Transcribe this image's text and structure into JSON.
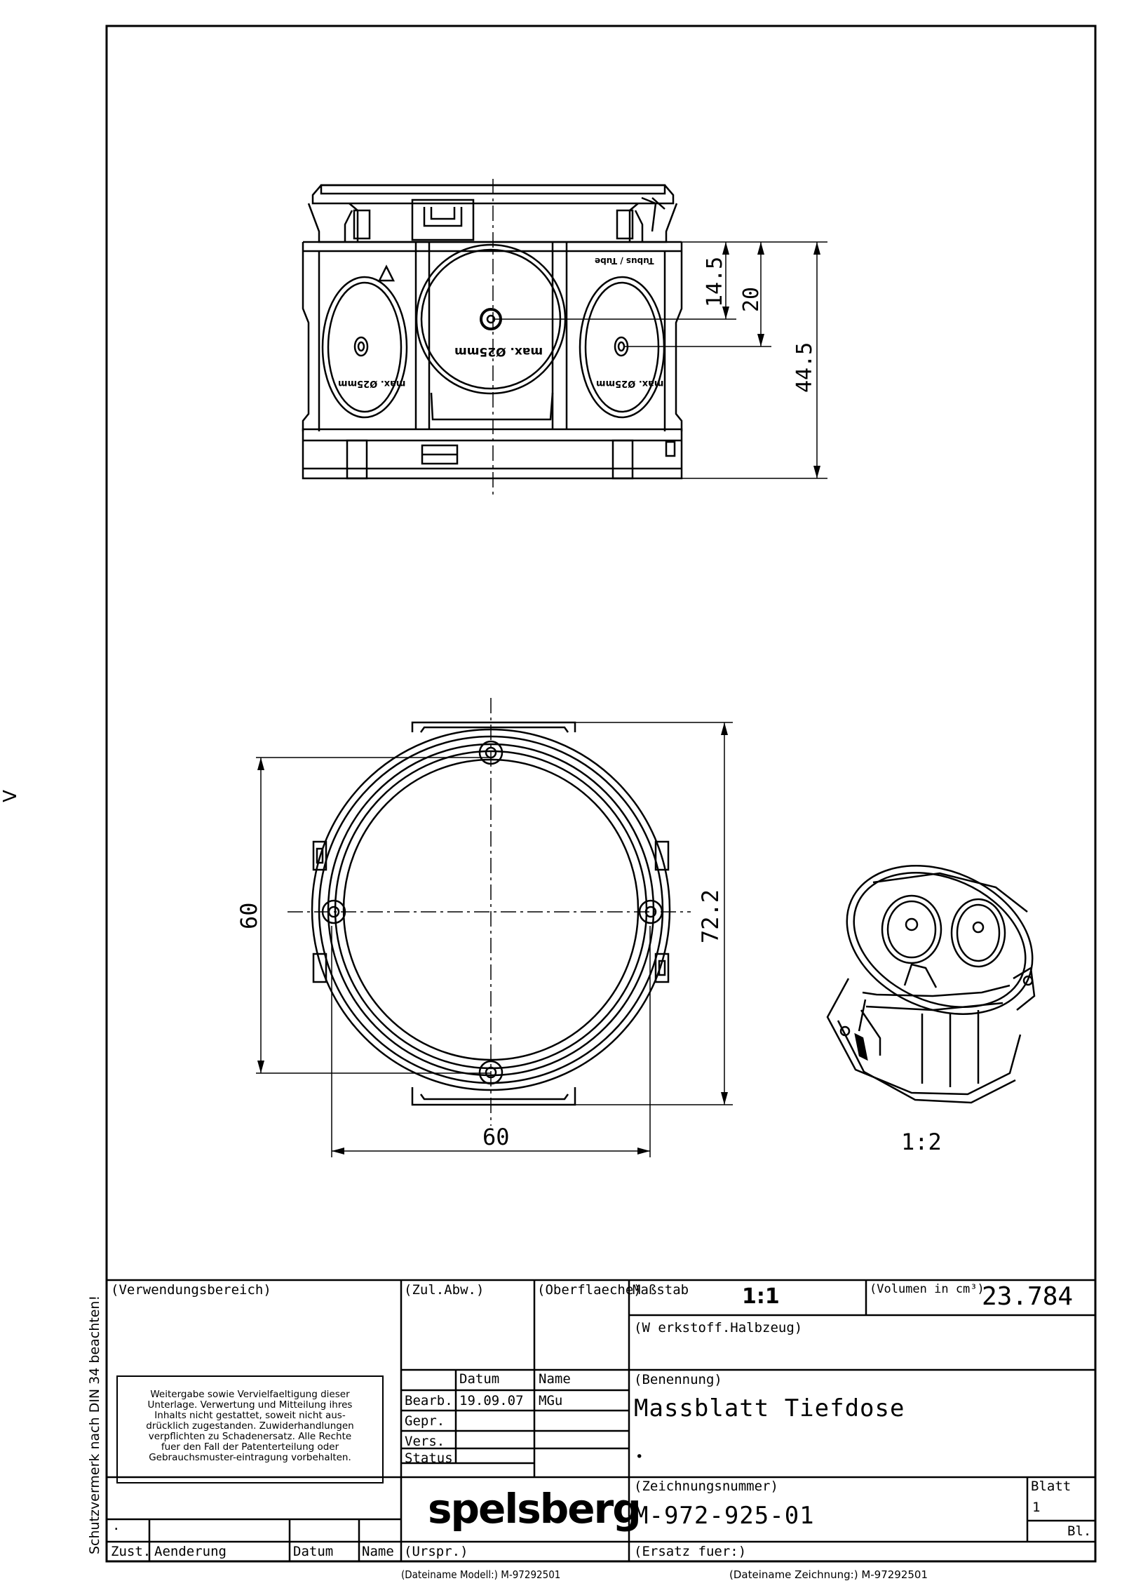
{
  "drawing": {
    "front_view": {
      "dims": [
        "14.5",
        "20",
        "44.5"
      ],
      "hole_labels": [
        "max. Ø25mm",
        "max. Ø25mm",
        "max. Ø25mm"
      ],
      "tag": "Tubus / Tube"
    },
    "top_view": {
      "dim_width": "60",
      "dim_height": "60",
      "dim_outer": "72.2"
    },
    "iso_view": {
      "scale": "1:2"
    }
  },
  "side_margin_mark": "V",
  "title_block": {
    "schutzvermerk": "Schutzvermerk nach DIN 34 beachten!",
    "verwendungsbereich": "(Verwendungsbereich)",
    "zul_abw": "(Zul.Abw.)",
    "oberflaeche": "(Oberflaeche)",
    "massstab_label": "Maßstab",
    "massstab_value": "1:1",
    "volumen_label": "(Volumen in cm³)",
    "volumen_value": "23.784",
    "werkstoff": "(W erkstoff.Halbzeug)",
    "notice_lines": [
      "Weitergabe sowie Vervielfaeltigung dieser",
      "Unterlage. Verwertung und Mitteilung ihres",
      "Inhalts nicht gestattet, soweit nicht aus-",
      "drücklich zugestanden. Zuwiderhandlungen",
      "verpflichten zu Schadenersatz. Alle Rechte",
      "fuer den Fall der Patenterteilung oder",
      "Gebrauchsmuster-eintragung vorbehalten."
    ],
    "col_datum": "Datum",
    "col_name": "Name",
    "row_bearb": "Bearb.",
    "bearb_datum": "19.09.07",
    "bearb_name": "MGu",
    "row_gepr": "Gepr.",
    "row_vers": "Vers.",
    "row_status": "Status",
    "benennung_label": "(Benennung)",
    "benennung_value": "Massblatt Tiefdose",
    "benennung_dot": "•",
    "zeichnungsnummer_label": "(Zeichnungsnummer)",
    "zeichnungsnummer_value": "M-972-925-01",
    "blatt_label": "Blatt",
    "blatt_value": "1",
    "bl_label": "Bl.",
    "logo": "spelsberg",
    "change_dot": ".",
    "zust": "Zust.",
    "aenderung": "Aenderung",
    "datum2": "Datum",
    "name2": "Name",
    "urspr": "(Urspr.)",
    "ersatz": "(Ersatz fuer:)",
    "dateiname_modell": "(Dateiname Modell:) M-97292501",
    "dateiname_zeichnung": "(Dateiname Zeichnung:) M-97292501"
  }
}
